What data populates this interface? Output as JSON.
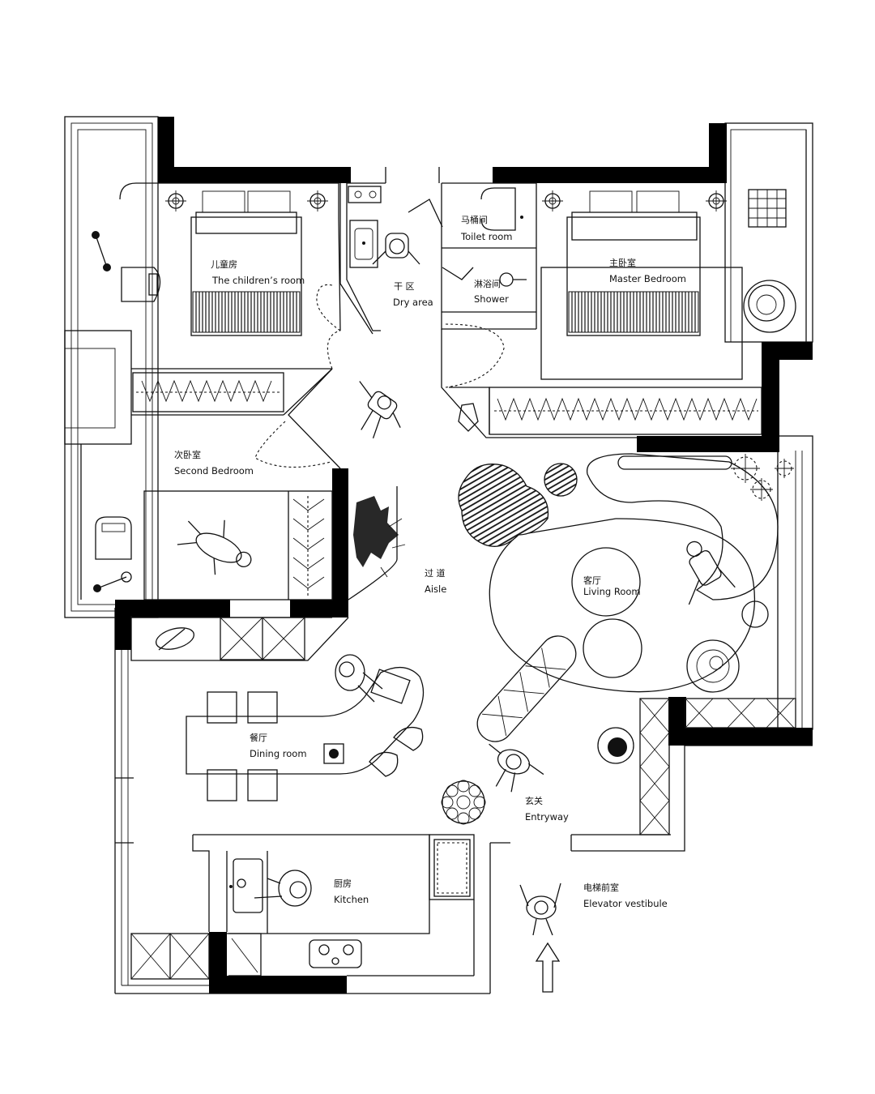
{
  "rooms": {
    "childrens_room": {
      "cn": "儿童房",
      "en": "The children’s room"
    },
    "dry_area": {
      "cn": "干 区",
      "en": "Dry area"
    },
    "toilet_room": {
      "cn": "马桶间",
      "en": "Toilet room"
    },
    "shower": {
      "cn": "淋浴间",
      "en": "Shower"
    },
    "master_bedroom": {
      "cn": "主卧室",
      "en": "Master Bedroom"
    },
    "second_bedroom": {
      "cn": "次卧室",
      "en": "Second Bedroom"
    },
    "aisle": {
      "cn": "过 道",
      "en": "Aisle"
    },
    "living_room": {
      "cn": "客厅",
      "en": "Living Room"
    },
    "dining_room": {
      "cn": "餐厅",
      "en": "Dining room"
    },
    "entryway": {
      "cn": "玄关",
      "en": "Entryway"
    },
    "kitchen": {
      "cn": "厨房",
      "en": "Kitchen"
    },
    "elevator_vestibule": {
      "cn": "电梯前室",
      "en": "Elevator vestibule"
    }
  },
  "icons": [
    "entrance-arrow-icon",
    "person-figure-icon",
    "bed-icon",
    "plant-icon",
    "stove-icon",
    "sink-icon"
  ]
}
